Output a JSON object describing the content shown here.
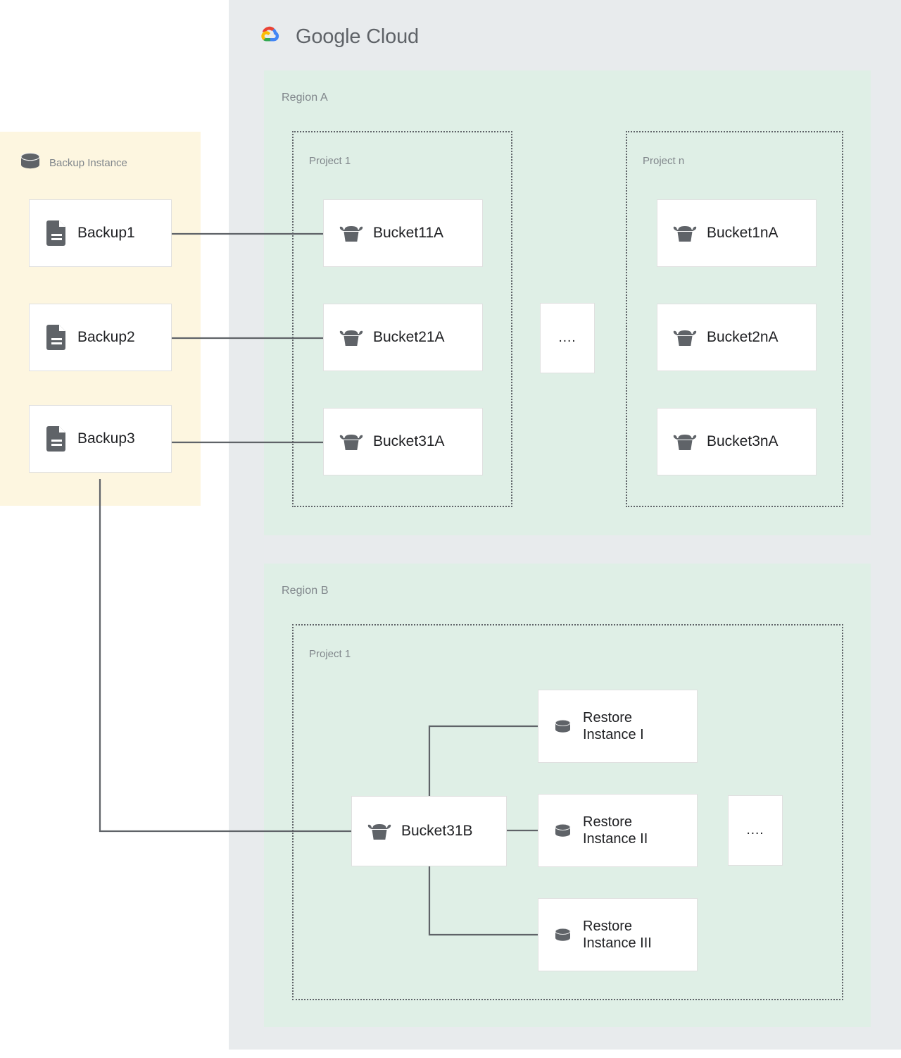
{
  "brand": {
    "logo_icon": "google-cloud-logo-icon",
    "name_part1": "Google",
    "name_part2": "Cloud",
    "container_bg": "#e8ebed"
  },
  "backup_panel": {
    "bg": "#fdf6e0",
    "header_icon": "database-icon",
    "header_label": "Backup Instance",
    "items": [
      {
        "icon": "document-icon",
        "label": "Backup1"
      },
      {
        "icon": "document-icon",
        "label": "Backup2"
      },
      {
        "icon": "document-icon",
        "label": "Backup3"
      }
    ]
  },
  "regions": [
    {
      "label": "Region A",
      "bg": "#dfefe6",
      "projects": [
        {
          "label": "Project 1",
          "buckets": [
            {
              "icon": "bucket-icon",
              "label": "Bucket11A"
            },
            {
              "icon": "bucket-icon",
              "label": "Bucket21A"
            },
            {
              "icon": "bucket-icon",
              "label": "Bucket31A"
            }
          ]
        },
        {
          "label": "Project n",
          "buckets": [
            {
              "icon": "bucket-icon",
              "label": "Bucket1nA"
            },
            {
              "icon": "bucket-icon",
              "label": "Bucket2nA"
            },
            {
              "icon": "bucket-icon",
              "label": "Bucket3nA"
            }
          ]
        }
      ],
      "ellipsis": "...."
    },
    {
      "label": "Region B",
      "bg": "#dfefe6",
      "projects": [
        {
          "label": "Project 1",
          "bucket": {
            "icon": "bucket-icon",
            "label": "Bucket31B"
          },
          "restore_instances": [
            {
              "icon": "database-icon",
              "line1": "Restore",
              "line2": "Instance I"
            },
            {
              "icon": "database-icon",
              "line1": "Restore",
              "line2": "Instance II"
            },
            {
              "icon": "database-icon",
              "line1": "Restore",
              "line2": "Instance III"
            }
          ],
          "ellipsis": "...."
        }
      ]
    }
  ],
  "colors": {
    "line": "#5f6368",
    "card_bg": "#ffffff",
    "card_border": "#e0e0e0",
    "label_text": "#80868b",
    "node_text": "#202124",
    "logo_red": "#ea4335",
    "logo_yellow": "#fbbc04",
    "logo_green": "#34a853",
    "logo_blue": "#4285f4"
  }
}
